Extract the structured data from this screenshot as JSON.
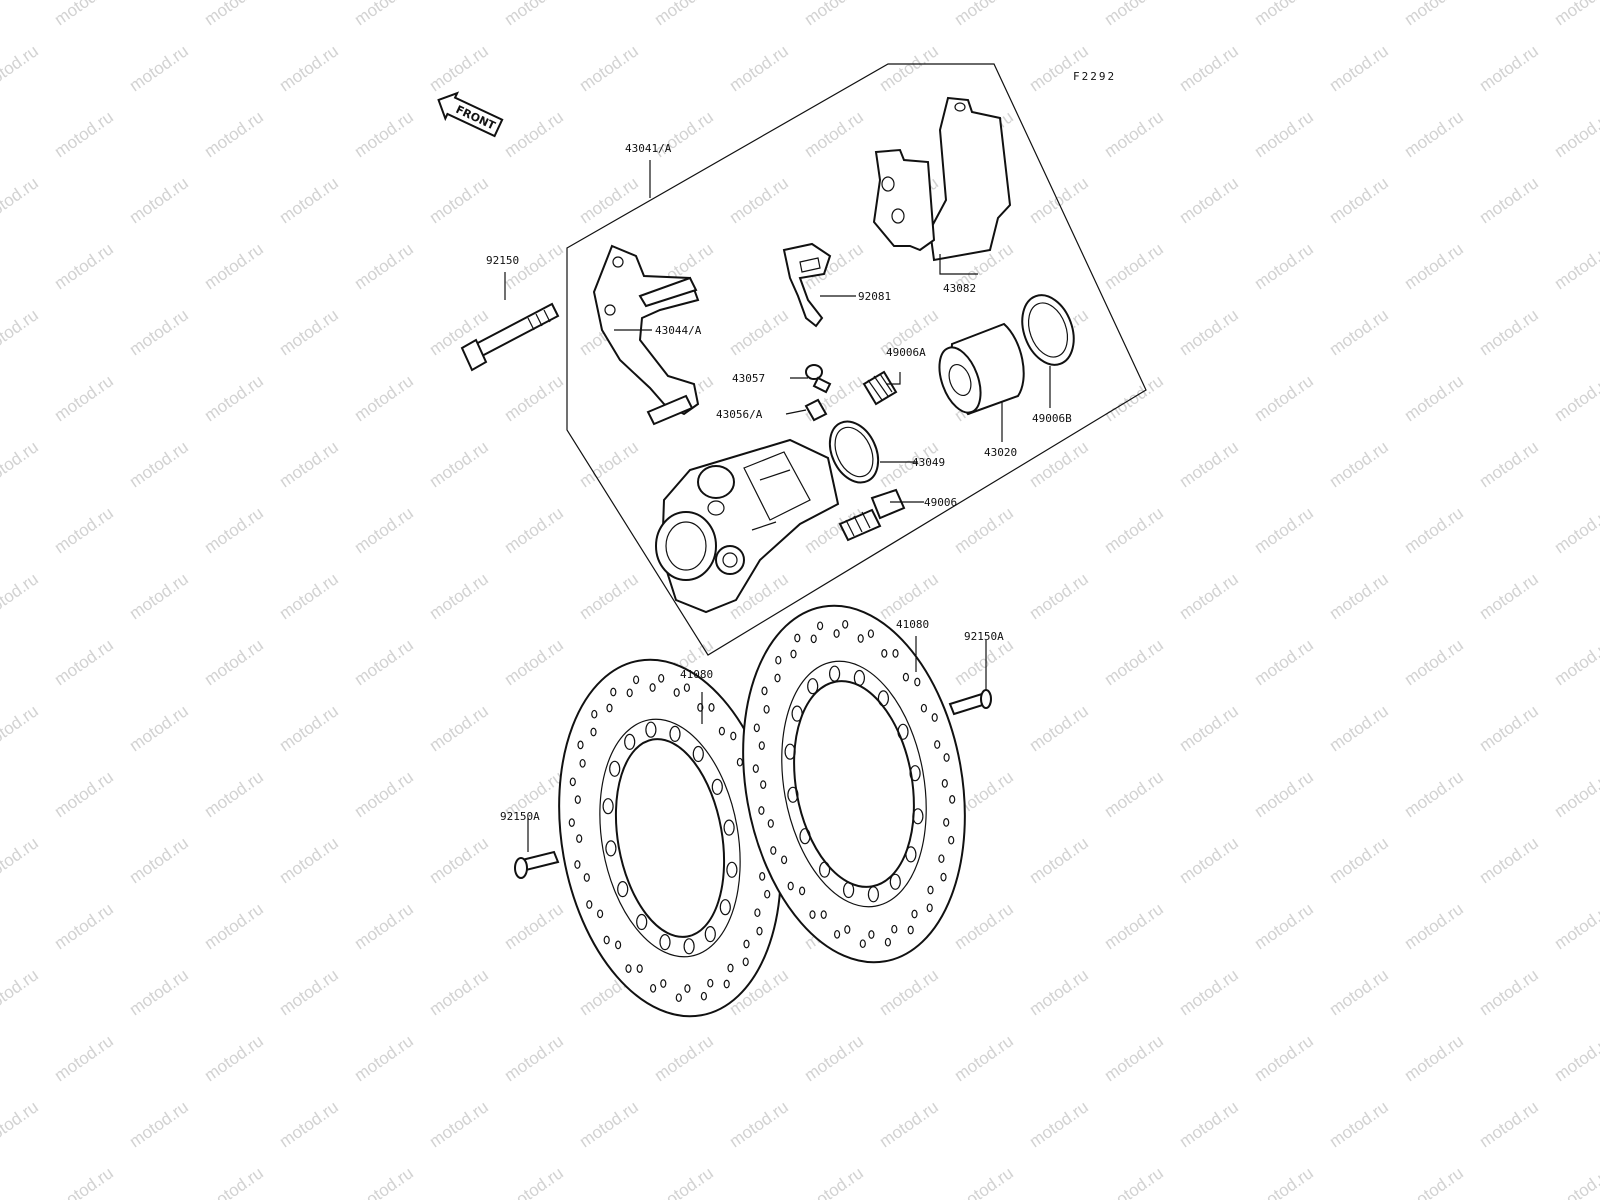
{
  "diagram_code": "F2292",
  "front_label": "FRONT",
  "watermark_text": "motod.ru",
  "parts": [
    {
      "id": "43041_A",
      "label": "43041/A"
    },
    {
      "id": "92150",
      "label": "92150"
    },
    {
      "id": "43044_A",
      "label": "43044/A"
    },
    {
      "id": "92081",
      "label": "92081"
    },
    {
      "id": "43082",
      "label": "43082"
    },
    {
      "id": "43057",
      "label": "43057"
    },
    {
      "id": "43056_A",
      "label": "43056/A"
    },
    {
      "id": "49006A",
      "label": "49006A"
    },
    {
      "id": "43049",
      "label": "43049"
    },
    {
      "id": "43020",
      "label": "43020"
    },
    {
      "id": "49006B",
      "label": "49006B"
    },
    {
      "id": "49006",
      "label": "49006"
    },
    {
      "id": "41080_left",
      "label": "41080"
    },
    {
      "id": "41080_right",
      "label": "41080"
    },
    {
      "id": "92150A_right",
      "label": "92150A"
    },
    {
      "id": "92150A_left",
      "label": "92150A"
    }
  ]
}
